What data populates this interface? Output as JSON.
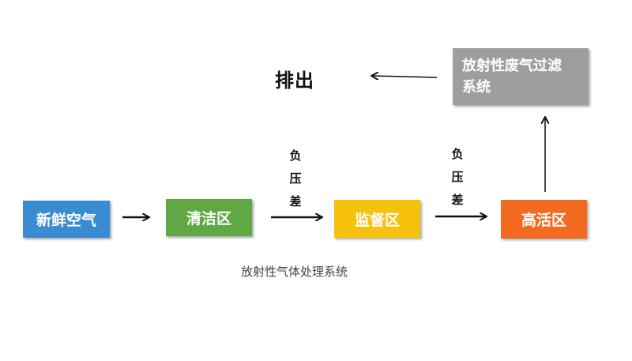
{
  "nodes": {
    "fresh_air": "新鲜空气",
    "clean_zone": "清洁区",
    "monitor_zone": "监督区",
    "high_zone": "高活区",
    "filter_system_line1": "放射性废气过滤",
    "filter_system_line2": "系统",
    "exhaust": "排出"
  },
  "labels": {
    "negative_pressure_1": [
      "负",
      "压",
      "差"
    ],
    "negative_pressure_2": [
      "负",
      "压",
      "差"
    ]
  },
  "caption": "放射性气体处理系统",
  "colors": {
    "fresh_air": "#3a8bd1",
    "clean_zone": "#5fa845",
    "monitor_zone": "#f4c20d",
    "high_zone": "#f26b21",
    "filter_system": "#9e9e9e",
    "arrow": "#111111"
  }
}
